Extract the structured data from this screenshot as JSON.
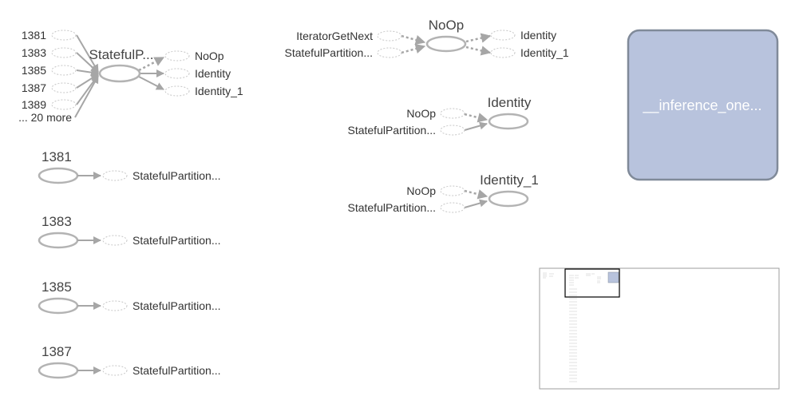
{
  "colors": {
    "edge": "#a6a6a6",
    "node_stroke": "#b3b3b3",
    "meta_fill": "#b8c3dd",
    "meta_stroke": "#808a99"
  },
  "graph": {
    "partition_cluster": {
      "center": "StatefulP...",
      "inputs": [
        "1381",
        "1383",
        "1385",
        "1387",
        "1389"
      ],
      "more": "... 20 more",
      "outputs": [
        "NoOp",
        "Identity",
        "Identity_1"
      ]
    },
    "const_nodes": [
      {
        "name": "1381",
        "target": "StatefulPartition..."
      },
      {
        "name": "1383",
        "target": "StatefulPartition..."
      },
      {
        "name": "1385",
        "target": "StatefulPartition..."
      },
      {
        "name": "1387",
        "target": "StatefulPartition..."
      }
    ],
    "noop_cluster": {
      "center": "NoOp",
      "inputs": [
        "IteratorGetNext",
        "StatefulPartition..."
      ],
      "outputs": [
        "Identity",
        "Identity_1"
      ]
    },
    "identity_cluster": {
      "center": "Identity",
      "inputs": [
        "NoOp",
        "StatefulPartition..."
      ]
    },
    "identity1_cluster": {
      "center": "Identity_1",
      "inputs": [
        "NoOp",
        "StatefulPartition..."
      ]
    },
    "meta_node": {
      "label": "__inference_one..."
    }
  },
  "minimap": {
    "visible": true
  }
}
